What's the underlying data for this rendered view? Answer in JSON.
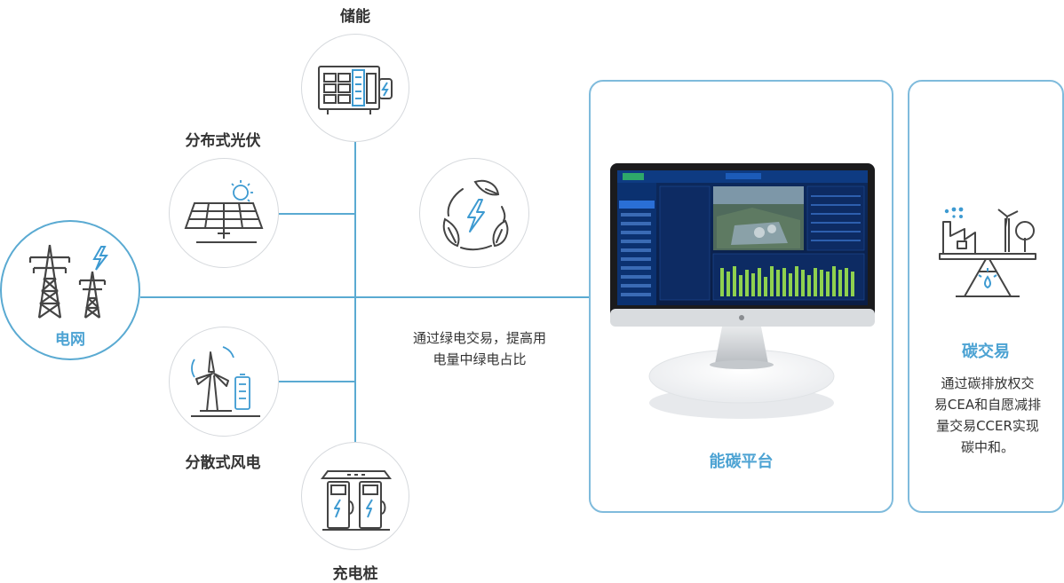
{
  "grid": {
    "label": "电网"
  },
  "nodes": {
    "storage": {
      "label": "储能"
    },
    "pv": {
      "label": "分布式光伏"
    },
    "green": {
      "label": ""
    },
    "wind": {
      "label": "分散式风电"
    },
    "charging": {
      "label": "充电桩"
    }
  },
  "middle_text": {
    "lines": [
      "通过绿电交易，提高用",
      "电量中绿电占比"
    ]
  },
  "platform": {
    "title": "能碳平台"
  },
  "carbon": {
    "title": "碳交易",
    "desc_lines": [
      "通过碳排放权交",
      "易CEA和自愿减排",
      "量交易CCER实现",
      "碳中和。"
    ]
  },
  "colors": {
    "accent": "#4da3d3",
    "line": "#5aaad2",
    "border": "#7fbbdc",
    "icon_blue": "#3d9ad1"
  },
  "icons": [
    "power-tower-icon",
    "battery-storage-icon",
    "solar-panel-icon",
    "recycle-energy-icon",
    "wind-turbine-icon",
    "charging-station-icon",
    "carbon-factory-icon",
    "monitor-icon"
  ]
}
